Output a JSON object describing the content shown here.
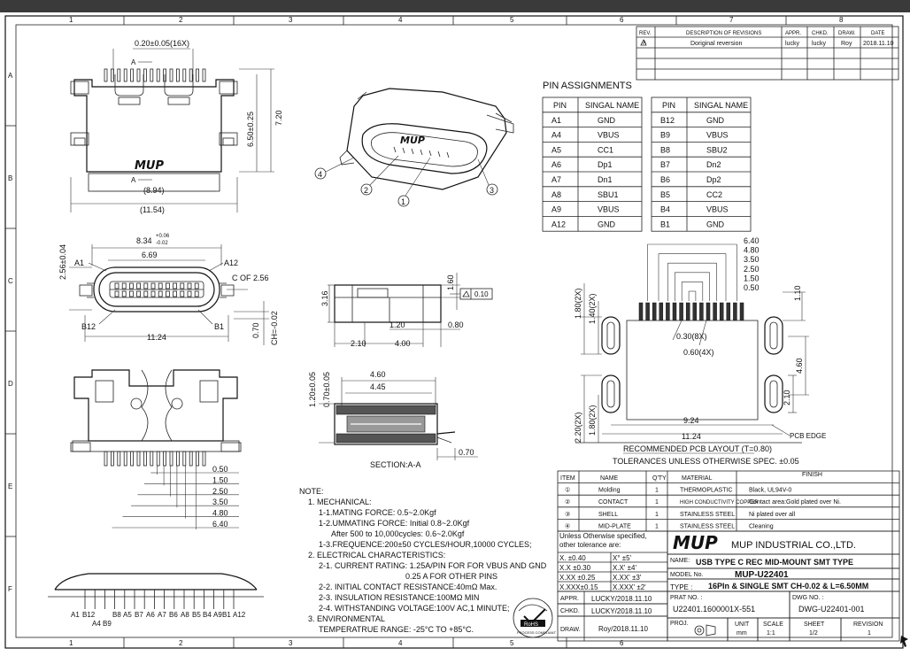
{
  "grid": {
    "cols": [
      "1",
      "2",
      "3",
      "4",
      "5",
      "6",
      "7",
      "8"
    ],
    "rows": [
      "A",
      "B",
      "C",
      "D",
      "E",
      "F"
    ]
  },
  "revision_table": {
    "headers": [
      "REV.",
      "DESCRIPTION OF REVISIONS",
      "APPR.",
      "CHKD.",
      "DRAW.",
      "DATE"
    ],
    "rows": [
      [
        "A",
        "Doriginal reversion",
        "lucky",
        "lucky",
        "Roy",
        "2018.11.10"
      ]
    ]
  },
  "pin_assignments": {
    "title": "PIN ASSIGNMENTS",
    "headers": [
      "PIN",
      "SINGAL NAME"
    ],
    "left": [
      [
        "A1",
        "GND"
      ],
      [
        "A4",
        "VBUS"
      ],
      [
        "A5",
        "CC1"
      ],
      [
        "A6",
        "Dp1"
      ],
      [
        "A7",
        "Dn1"
      ],
      [
        "A8",
        "SBU1"
      ],
      [
        "A9",
        "VBUS"
      ],
      [
        "A12",
        "GND"
      ]
    ],
    "right": [
      [
        "B12",
        "GND"
      ],
      [
        "B9",
        "VBUS"
      ],
      [
        "B8",
        "SBU2"
      ],
      [
        "B7",
        "Dn2"
      ],
      [
        "B6",
        "Dp2"
      ],
      [
        "B5",
        "CC2"
      ],
      [
        "B4",
        "VBUS"
      ],
      [
        "B1",
        "GND"
      ]
    ]
  },
  "top_view": {
    "pin_width": "0.20±0.05(16X)",
    "height_inner": "6.50±0.25",
    "height_outer": "7.20",
    "width_inner": "(8.94)",
    "width_outer": "(11.54)",
    "section_mark": "A",
    "logo": "MUP"
  },
  "front_view": {
    "opening_width": "8.34",
    "opening_tol_upper": "+0.06",
    "opening_tol_lower": "-0.02",
    "height": "2.56±0.04",
    "inner_width": "6.69",
    "label_a1": "A1",
    "label_a12": "A12",
    "label_b12": "B12",
    "label_b1": "B1",
    "center_mark": "C OF 2.56",
    "body_width": "11.24",
    "offset": "0.70",
    "ch": "CH=-0.02"
  },
  "iso_view": {
    "logo": "MUP",
    "callouts": [
      "1",
      "2",
      "3",
      "4"
    ]
  },
  "side_view": {
    "height": "3.16",
    "dim_160": "1.60",
    "flatness": "0.10",
    "dim_120": "1.20",
    "dim_210": "2.10",
    "dim_400": "4.00",
    "dim_080": "0.80"
  },
  "section_view": {
    "dim_460": "4.60",
    "dim_445": "4.45",
    "dim_120": "1.20±0.05",
    "dim_070v": "0.70±0.05",
    "dim_070h": "0.70",
    "label": "SECTION:A-A"
  },
  "bottom_view": {
    "dims": [
      "0.50",
      "1.50",
      "2.50",
      "3.50",
      "4.80",
      "6.40"
    ]
  },
  "pin_row": {
    "labels_top": [
      "A1",
      "B12",
      "B8",
      "A5",
      "B7",
      "A6",
      "A7",
      "B6",
      "A8",
      "B5",
      "B4",
      "A9",
      "B1",
      "A12"
    ],
    "labels_bottom": [
      "A4",
      "B9"
    ]
  },
  "pcb_layout": {
    "dims_top": [
      "6.40",
      "4.80",
      "3.50",
      "2.50",
      "1.50",
      "0.50"
    ],
    "dim_180_2x": "1.80(2X)",
    "dim_140_2x": "1.40(2X)",
    "dim_110": "1.10",
    "dim_030": "0.30(8X)",
    "dim_060": "0.60(4X)",
    "dim_460": "4.60",
    "dim_210": "2.10",
    "dim_220_2x": "2.20(2X)",
    "dim_180_2x_b": "1.80(2X)",
    "dim_924": "9.24",
    "dim_1124": "11.24",
    "pcb_edge": "PCB EDGE",
    "caption": "RECOMMENDED PCB LAYOUT (T=0.80)"
  },
  "tolerance_note": "TOLERANCES UNLESS OTHERWISE SPEC. ±0.05",
  "notes": [
    "NOTE:",
    "1. MECHANICAL:",
    "1-1.MATING FORCE: 0.5~2.0Kgf",
    "1-2.UMMATING   FORCE: Initial  0.8~2.0Kgf",
    "After 500 to 10,000cycles: 0.6~2.0Kgf",
    "1-3.FREQUENCE:200±50 CYCLES/HOUR,10000 CYCLES;",
    "2. ELECTRICAL CHARACTERISTICS:",
    "2-1. CURRENT RATING: 1.25A/PIN FOR FOR VBUS AND GND",
    "0.25 A FOR OTHER PINS",
    "2-2. INITIAL CONTACT RESISTANCE:40mΩ  Max.",
    "2-3. INSULATION RESISTANCE:100MΩ  MIN",
    "2-4. WITHSTANDING VOLTAGE:100V AC,1 MINUTE;",
    "3. ENVIRONMENTAL",
    "TEMPERATRUE RANGE: -25°C TO +85°C."
  ],
  "rohs": {
    "label": "RoHS",
    "caption": "PROCESS COMPLIANT"
  },
  "materials_table": {
    "headers": [
      "ITEM",
      "NAME",
      "Q'TY",
      "MATERIAL",
      "FINISH"
    ],
    "rows": [
      [
        "①",
        "Molding",
        "1",
        "THERMOPLASTIC",
        "Black, UL94V-0"
      ],
      [
        "②",
        "CONTACT",
        "1",
        "HIGH CONDUCTIVITY COPPER",
        "Contact area:Gold plated over Ni."
      ],
      [
        "③",
        "SHELL",
        "1",
        "STAINLESS STEEL",
        "Ni plated over all"
      ],
      [
        "④",
        "MID-PLATE",
        "1",
        "STAINLESS STEEL",
        "Cleaning"
      ]
    ]
  },
  "tolerances_block": {
    "title_line1": "Unless Otherwise specified,",
    "title_line2": "other tolerance are:",
    "rows": [
      [
        "X.  ±0.40",
        "X°  ±5'"
      ],
      [
        "X.X  ±0.30",
        "X.X'  ±4'"
      ],
      [
        "X.XX ±0.25",
        "X.XX' ±3'"
      ],
      [
        "X.XXX±0.15",
        "X.XXX' ±2'"
      ]
    ]
  },
  "title_block": {
    "logo": "MUP",
    "company": "MUP INDUSTRIAL CO.,LTD.",
    "name_label": "NAME:",
    "name_value": "USB TYPE C  REC MID-MOUNT SMT TYPE",
    "model_label": "MODEL No.",
    "model_value": "MUP-U22401",
    "type_label": "TYPE :",
    "type_value": "16PIn & SINGLE  SMT CH-0.02 & L=6.50MM",
    "prat_label": "PRAT NO. :",
    "prat_value": "U22401.1600001X-551",
    "dwg_label": "DWG NO. :",
    "dwg_value": "DWG-U22401-001",
    "appr_label": "APPR.",
    "appr_value": "LUCKY/2018.11.10",
    "chkd_label": "CHKD.",
    "chkd_value": "LUCKY/2018.11.10",
    "draw_label": "DRAW.",
    "draw_value": "Roy/2018.11.10",
    "proj_label": "PROJ.",
    "unit_label": "UNIT",
    "unit_value": "mm",
    "scale_label": "SCALE",
    "scale_value": "1:1",
    "sheet_label": "SHEET",
    "sheet_value": "1/2",
    "revision_label": "REVISION",
    "revision_value": "1"
  }
}
